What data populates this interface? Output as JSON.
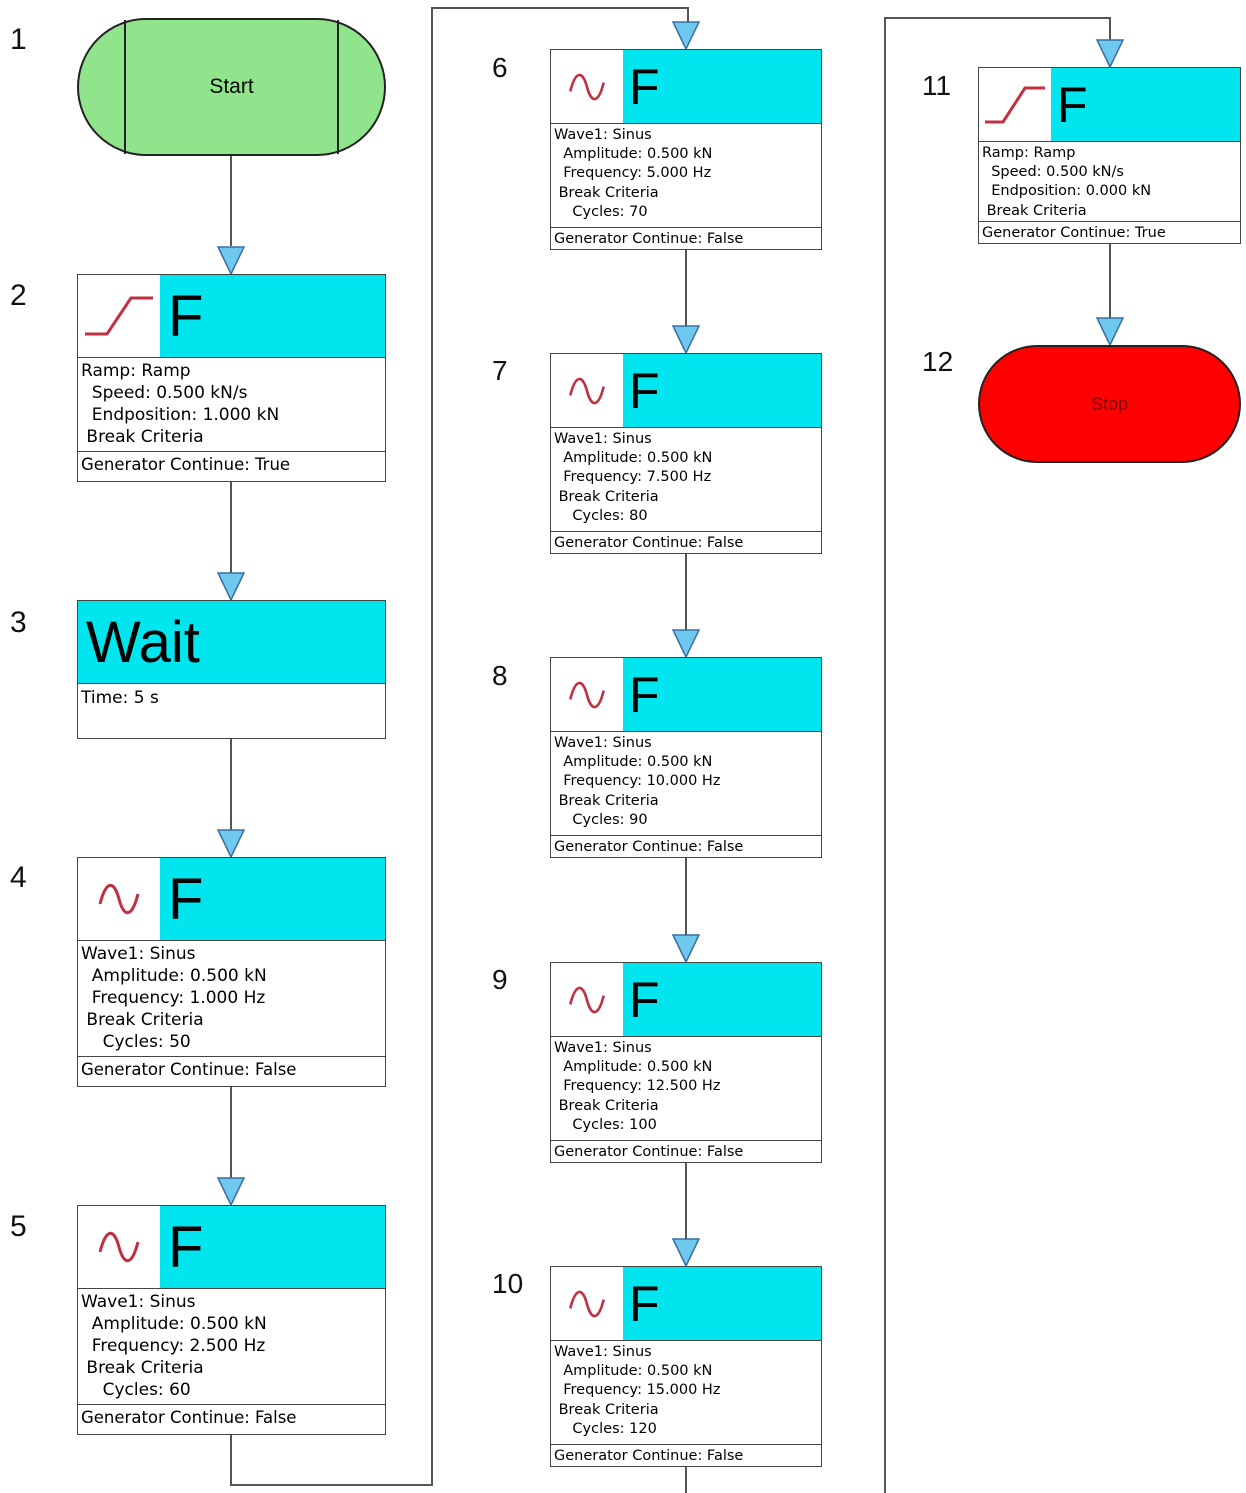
{
  "diagram": {
    "colors": {
      "block_header": "#00e5ee",
      "start": "#90e48c",
      "stop": "#ff0000",
      "arrow": "#6ec8f0",
      "signal_icon": "#c03040"
    },
    "steps": [
      {
        "number": "1",
        "type": "start",
        "label": "Start"
      },
      {
        "number": "2",
        "type": "force",
        "icon": "ramp-icon",
        "header": "F",
        "lines": [
          "Ramp: Ramp",
          "  Speed: 0.500 kN/s",
          "  Endposition: 1.000 kN",
          " Break Criteria"
        ],
        "footer": "Generator Continue: True"
      },
      {
        "number": "3",
        "type": "wait",
        "header": "Wait",
        "lines": [
          "Time: 5 s"
        ]
      },
      {
        "number": "4",
        "type": "force",
        "icon": "sine-wave-icon",
        "header": "F",
        "lines": [
          "Wave1: Sinus",
          "  Amplitude: 0.500 kN",
          "  Frequency: 1.000 Hz",
          " Break Criteria",
          "    Cycles: 50"
        ],
        "footer": "Generator Continue: False"
      },
      {
        "number": "5",
        "type": "force",
        "icon": "sine-wave-icon",
        "header": "F",
        "lines": [
          "Wave1: Sinus",
          "  Amplitude: 0.500 kN",
          "  Frequency: 2.500 Hz",
          " Break Criteria",
          "    Cycles: 60"
        ],
        "footer": "Generator Continue: False"
      },
      {
        "number": "6",
        "type": "force",
        "icon": "sine-wave-icon",
        "header": "F",
        "lines": [
          "Wave1: Sinus",
          "  Amplitude: 0.500 kN",
          "  Frequency: 5.000 Hz",
          " Break Criteria",
          "    Cycles: 70"
        ],
        "footer": "Generator Continue: False"
      },
      {
        "number": "7",
        "type": "force",
        "icon": "sine-wave-icon",
        "header": "F",
        "lines": [
          "Wave1: Sinus",
          "  Amplitude: 0.500 kN",
          "  Frequency: 7.500 Hz",
          " Break Criteria",
          "    Cycles: 80"
        ],
        "footer": "Generator Continue: False"
      },
      {
        "number": "8",
        "type": "force",
        "icon": "sine-wave-icon",
        "header": "F",
        "lines": [
          "Wave1: Sinus",
          "  Amplitude: 0.500 kN",
          "  Frequency: 10.000 Hz",
          " Break Criteria",
          "    Cycles: 90"
        ],
        "footer": "Generator Continue: False"
      },
      {
        "number": "9",
        "type": "force",
        "icon": "sine-wave-icon",
        "header": "F",
        "lines": [
          "Wave1: Sinus",
          "  Amplitude: 0.500 kN",
          "  Frequency: 12.500 Hz",
          " Break Criteria",
          "    Cycles: 100"
        ],
        "footer": "Generator Continue: False"
      },
      {
        "number": "10",
        "type": "force",
        "icon": "sine-wave-icon",
        "header": "F",
        "lines": [
          "Wave1: Sinus",
          "  Amplitude: 0.500 kN",
          "  Frequency: 15.000 Hz",
          " Break Criteria",
          "    Cycles: 120"
        ],
        "footer": "Generator Continue: False"
      },
      {
        "number": "11",
        "type": "force",
        "icon": "ramp-icon",
        "header": "F",
        "lines": [
          "Ramp: Ramp",
          "  Speed: 0.500 kN/s",
          "  Endposition: 0.000 kN",
          " Break Criteria"
        ],
        "footer": "Generator Continue: True"
      },
      {
        "number": "12",
        "type": "stop",
        "label": "Stop"
      }
    ]
  }
}
